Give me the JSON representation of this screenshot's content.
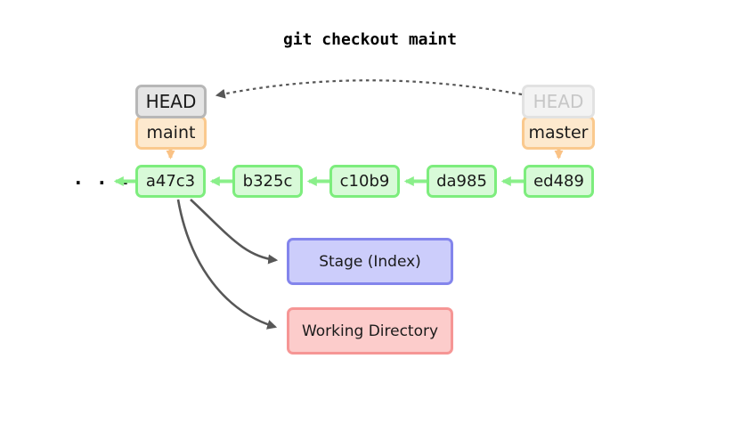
{
  "title": "git checkout maint",
  "head_current": {
    "label": "HEAD",
    "branch": "maint"
  },
  "head_previous": {
    "label": "HEAD",
    "branch": "master"
  },
  "commits": [
    {
      "id": "a47c3"
    },
    {
      "id": "b325c"
    },
    {
      "id": "c10b9"
    },
    {
      "id": "da985"
    },
    {
      "id": "ed489"
    }
  ],
  "ellipsis": ". . .",
  "areas": {
    "stage": "Stage (Index)",
    "working_directory": "Working Directory"
  },
  "colors": {
    "commit_fill": "#d8fad8",
    "commit_border": "#7ded7d",
    "branch_fill": "#fde9ce",
    "branch_border": "#fac98e",
    "head_active_fill": "#e5e5e5",
    "head_active_border": "#b7b7b7",
    "head_inactive_fill": "#f3f3f3",
    "head_inactive_border": "#e2e2e2",
    "head_inactive_text": "#c7c7c7",
    "stage_fill": "#cccdfb",
    "stage_border": "#8385ec",
    "wd_fill": "#fccccb",
    "wd_border": "#f69695",
    "arrow_green": "#8aef8a",
    "arrow_orange": "#fac285",
    "arrow_gray": "#575757"
  }
}
